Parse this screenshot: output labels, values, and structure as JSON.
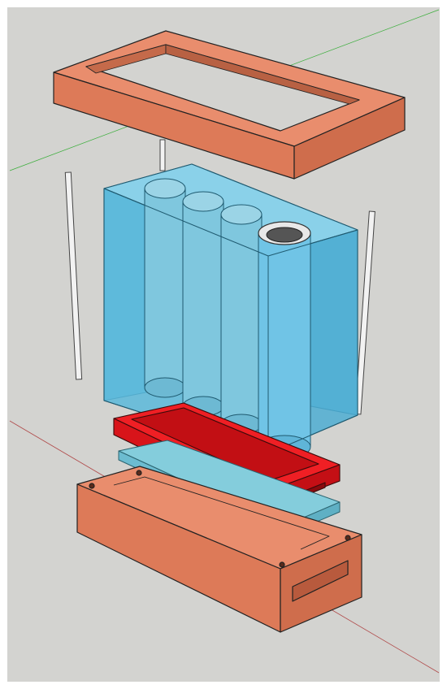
{
  "figure": {
    "kind": "exploded-3d-model",
    "components": [
      {
        "name": "top-frame",
        "color": "#e57f5c"
      },
      {
        "name": "tie-rods",
        "count": 4,
        "color": "#f2f2f2"
      },
      {
        "name": "transparent-tank",
        "color": "#63c1e0"
      },
      {
        "name": "vertical-tubes",
        "count": 4,
        "color": "#7fc7de"
      },
      {
        "name": "open-tube-top",
        "color": "#555555"
      },
      {
        "name": "red-gasket-frame",
        "color": "#e0161c"
      },
      {
        "name": "transparent-plate",
        "color": "#84cddc"
      },
      {
        "name": "base-block",
        "color": "#e57f5c"
      }
    ],
    "background": "#d3d3d0",
    "axis_colors": {
      "green_axis": "#3cae3c",
      "red_axis": "#b04a4a"
    }
  }
}
